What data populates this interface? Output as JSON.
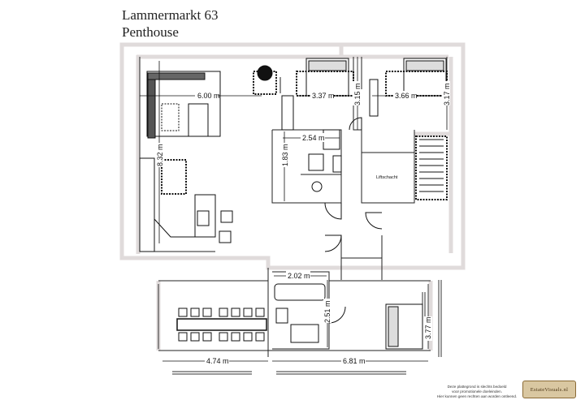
{
  "header": {
    "address": "Lammermarkt 63",
    "unit": "Penthouse"
  },
  "dimensions": {
    "living_width": "6.00 m",
    "living_depth": "8.32 m",
    "bedroom1": "3.37 m",
    "bedroom_height_a": "3.15 m",
    "bedroom2": "3.66 m",
    "bedroom_height_b": "3.17 m",
    "bathroom_width": "2.54 m",
    "bathroom_depth": "1.83 m",
    "lower_bath_width": "2.02 m",
    "lower_bath_depth": "2.51 m",
    "lower_bedroom_depth": "3.77 m",
    "dining_width": "4.74 m",
    "lower_width": "6.81 m"
  },
  "labels": {
    "lift": "Liftschacht"
  },
  "footer": {
    "disclaimer_1": "Deze plattegrond is slechts bedoeld",
    "disclaimer_2": "voor promotionele doeleinden.",
    "disclaimer_3": "Hier kunnen geen rechten aan worden ontleend.",
    "logo_text": "EstateVisuals.nl"
  },
  "colors": {
    "wall": "#e3dede",
    "line": "#111111",
    "logo_bg": "#d9c7a1"
  }
}
